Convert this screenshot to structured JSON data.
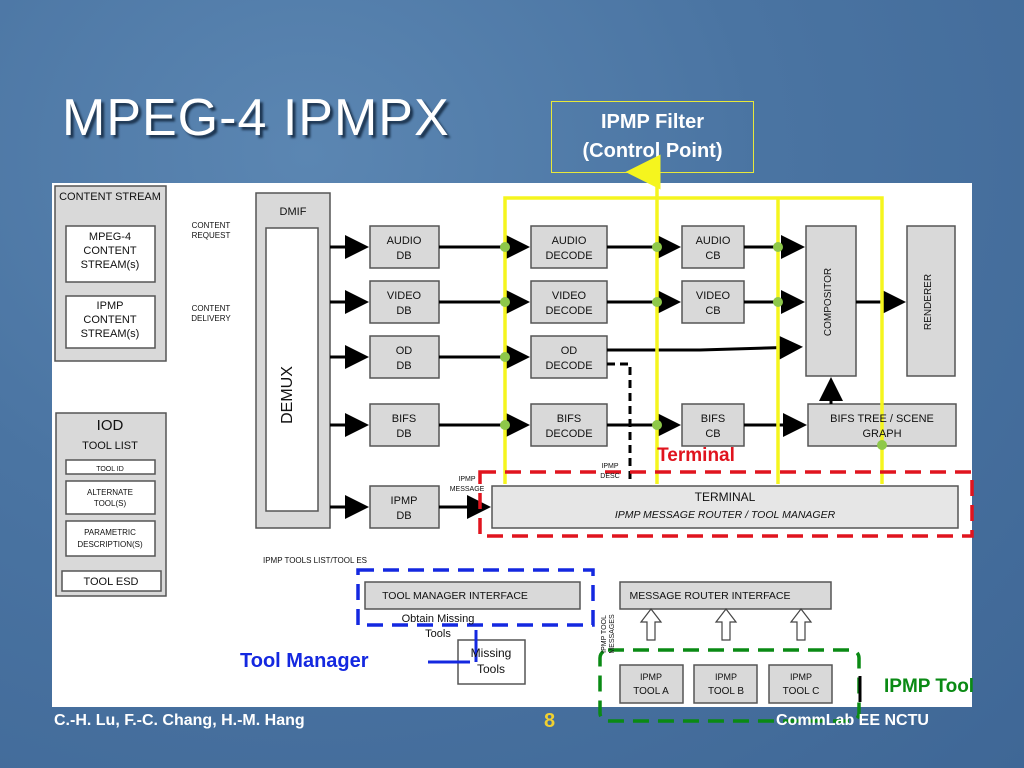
{
  "slide": {
    "title": "MPEG-4 IPMPX",
    "callout_filter": [
      "IPMP Filter",
      "(Control Point)"
    ],
    "label_tool_manager": "Tool Manager",
    "label_ipmp_tool": "IPMP Tool",
    "label_terminal": "Terminal",
    "footer_left": "C.-H. Lu, F.-C. Chang, H.-M. Hang",
    "page_number": "8",
    "footer_right": "CommLab EE NCTU"
  },
  "diagram": {
    "content_stream": "CONTENT STREAM",
    "mpeg4_stream": [
      "MPEG-4",
      "CONTENT",
      "STREAM(s)"
    ],
    "ipmp_stream": [
      "IPMP",
      "CONTENT",
      "STREAM(s)"
    ],
    "content_request": [
      "CONTENT",
      "REQUEST"
    ],
    "content_delivery": [
      "CONTENT",
      "DELIVERY"
    ],
    "dmif": "DMIF",
    "demux": "DEMUX",
    "iod": "IOD",
    "tool_list": "TOOL LIST",
    "tool_id": "TOOL ID",
    "alternate_tools": [
      "ALTERNATE",
      "TOOL(S)"
    ],
    "parametric": [
      "PARAMETRIC",
      "DESCRIPTION(S)"
    ],
    "tool_esd": "TOOL ESD",
    "buffers": [
      [
        "AUDIO",
        "DB"
      ],
      [
        "VIDEO",
        "DB"
      ],
      [
        "OD",
        "DB"
      ],
      [
        "BIFS",
        "DB"
      ],
      [
        "IPMP",
        "DB"
      ]
    ],
    "decoders": [
      [
        "AUDIO",
        "DECODE"
      ],
      [
        "VIDEO",
        "DECODE"
      ],
      [
        "OD",
        "DECODE"
      ],
      [
        "BIFS",
        "DECODE"
      ]
    ],
    "composition": [
      [
        "AUDIO",
        "CB"
      ],
      [
        "VIDEO",
        "CB"
      ],
      [
        "BIFS",
        "CB"
      ]
    ],
    "compositor": "COMPOSITOR",
    "renderer": "RENDERER",
    "bifs_tree": [
      "BIFS TREE / SCENE",
      "GRAPH"
    ],
    "terminal": [
      "TERMINAL",
      "IPMP MESSAGE ROUTER / TOOL MANAGER"
    ],
    "ipmp_message": [
      "IPMP",
      "MESSAGE"
    ],
    "ipmp_desc": [
      "IPMP",
      "DESC"
    ],
    "ipmp_tools_list": "IPMP TOOLS LIST/TOOL ES",
    "tool_manager_interface": "TOOL MANAGER INTERFACE",
    "message_router_interface": "MESSAGE ROUTER INTERFACE",
    "obtain_missing": [
      "Obtain Missing",
      "Tools"
    ],
    "missing_tools": [
      "Missing",
      "Tools"
    ],
    "ipmp_tool_messages": [
      "IPMP TOOL",
      "MESSAGES"
    ],
    "tools": [
      [
        "IPMP",
        "TOOL A"
      ],
      [
        "IPMP",
        "TOOL B"
      ],
      [
        "IPMP",
        "TOOL C"
      ]
    ]
  },
  "colors": {
    "background": "#4a74a2",
    "filter_lines": "#f5f51e",
    "terminal_box": "#e0141e",
    "tool_manager_box": "#1428e0",
    "ipmp_tool_box": "#0a8a14",
    "page_number": "#f0d030"
  }
}
